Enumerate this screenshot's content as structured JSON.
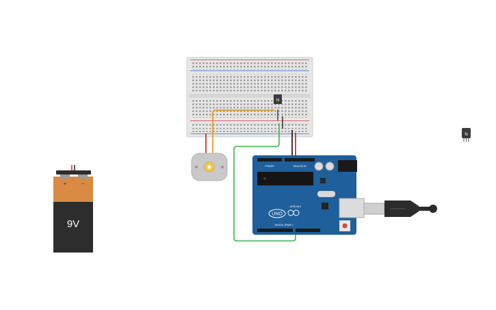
{
  "canvas": {
    "title": "Circuit editor canvas",
    "background": "#ffffff"
  },
  "components": {
    "battery": {
      "label": "9V",
      "plus_sign": "+",
      "minus_sign": "−",
      "body_color": "#2d2d2d",
      "cap_color": "#d98b44"
    },
    "breadboard": {
      "color": "#e6e6e6",
      "rail_red": "#d93b3b",
      "rail_blue": "#3b6fd9"
    },
    "transistor_on_board": {
      "label": "N"
    },
    "transistor_loose": {
      "label": "N"
    },
    "motor": {
      "color": "#c9c9c9",
      "shaft_color": "#f2c94c"
    },
    "arduino": {
      "board_color": "#1f5f9b",
      "logo_text": "UNO",
      "brand_text": "ARDUINO",
      "digital_label": "DIGITAL (PWM~)",
      "power_label": "POWER",
      "analog_label": "ANALOG IN"
    },
    "usb_cable": {
      "color": "#2b2b2b"
    }
  },
  "wires": {
    "orange": "#e69b24",
    "red": "#d62b2b",
    "green": "#39b54a",
    "black": "#222222"
  }
}
